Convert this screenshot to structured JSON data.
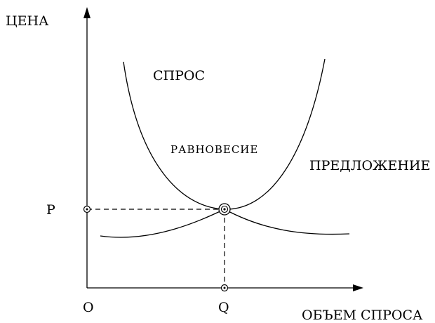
{
  "diagram": {
    "axes": {
      "y_label": "ЦЕНА",
      "x_label": "ОБЪЕМ СПРОСА",
      "origin_label": "O",
      "price_tick_label": "P",
      "quantity_tick_label": "Q"
    },
    "curves": {
      "demand_label": "СПРОС",
      "supply_label": "ПРЕДЛОЖЕНИЕ"
    },
    "equilibrium_label": "РАВНОВЕСИЕ",
    "colors": {
      "ink": "#000000",
      "background": "#ffffff"
    }
  }
}
